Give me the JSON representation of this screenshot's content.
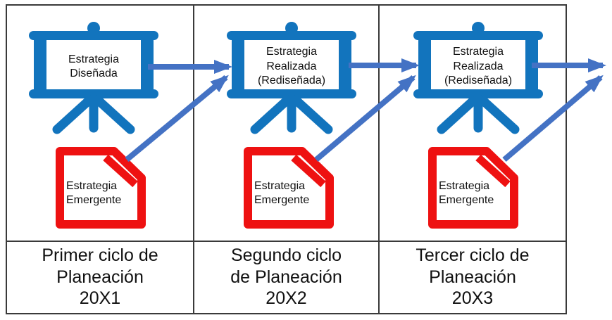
{
  "colors": {
    "board_blue": "#1274BD",
    "arrow_blue": "#4472C4",
    "document_red": "#EE1111",
    "table_border": "#3A3A3A",
    "text": "#111111"
  },
  "icons": {
    "board": "presentation-easel-icon",
    "document": "folded-corner-page-icon",
    "arrow": "flow-arrow-icon"
  },
  "columns": [
    {
      "board": {
        "line1": "Estrategia",
        "line2": "Diseñada"
      },
      "document": {
        "line1": "Estrategia",
        "line2": "Emergente"
      },
      "footer": {
        "line1": "Primer ciclo de",
        "line2": "Planeación",
        "line3": "20X1"
      }
    },
    {
      "board": {
        "line1": "Estrategia",
        "line2": "Realizada",
        "line3": "(Rediseñada)"
      },
      "document": {
        "line1": "Estrategia",
        "line2": "Emergente"
      },
      "footer": {
        "line1": "Segundo ciclo",
        "line2": "de Planeación",
        "line3": "20X2"
      }
    },
    {
      "board": {
        "line1": "Estrategia",
        "line2": "Realizada",
        "line3": "(Rediseñada)"
      },
      "document": {
        "line1": "Estrategia",
        "line2": "Emergente"
      },
      "footer": {
        "line1": "Tercer ciclo de",
        "line2": "Planeación",
        "line3": "20X3"
      }
    }
  ]
}
